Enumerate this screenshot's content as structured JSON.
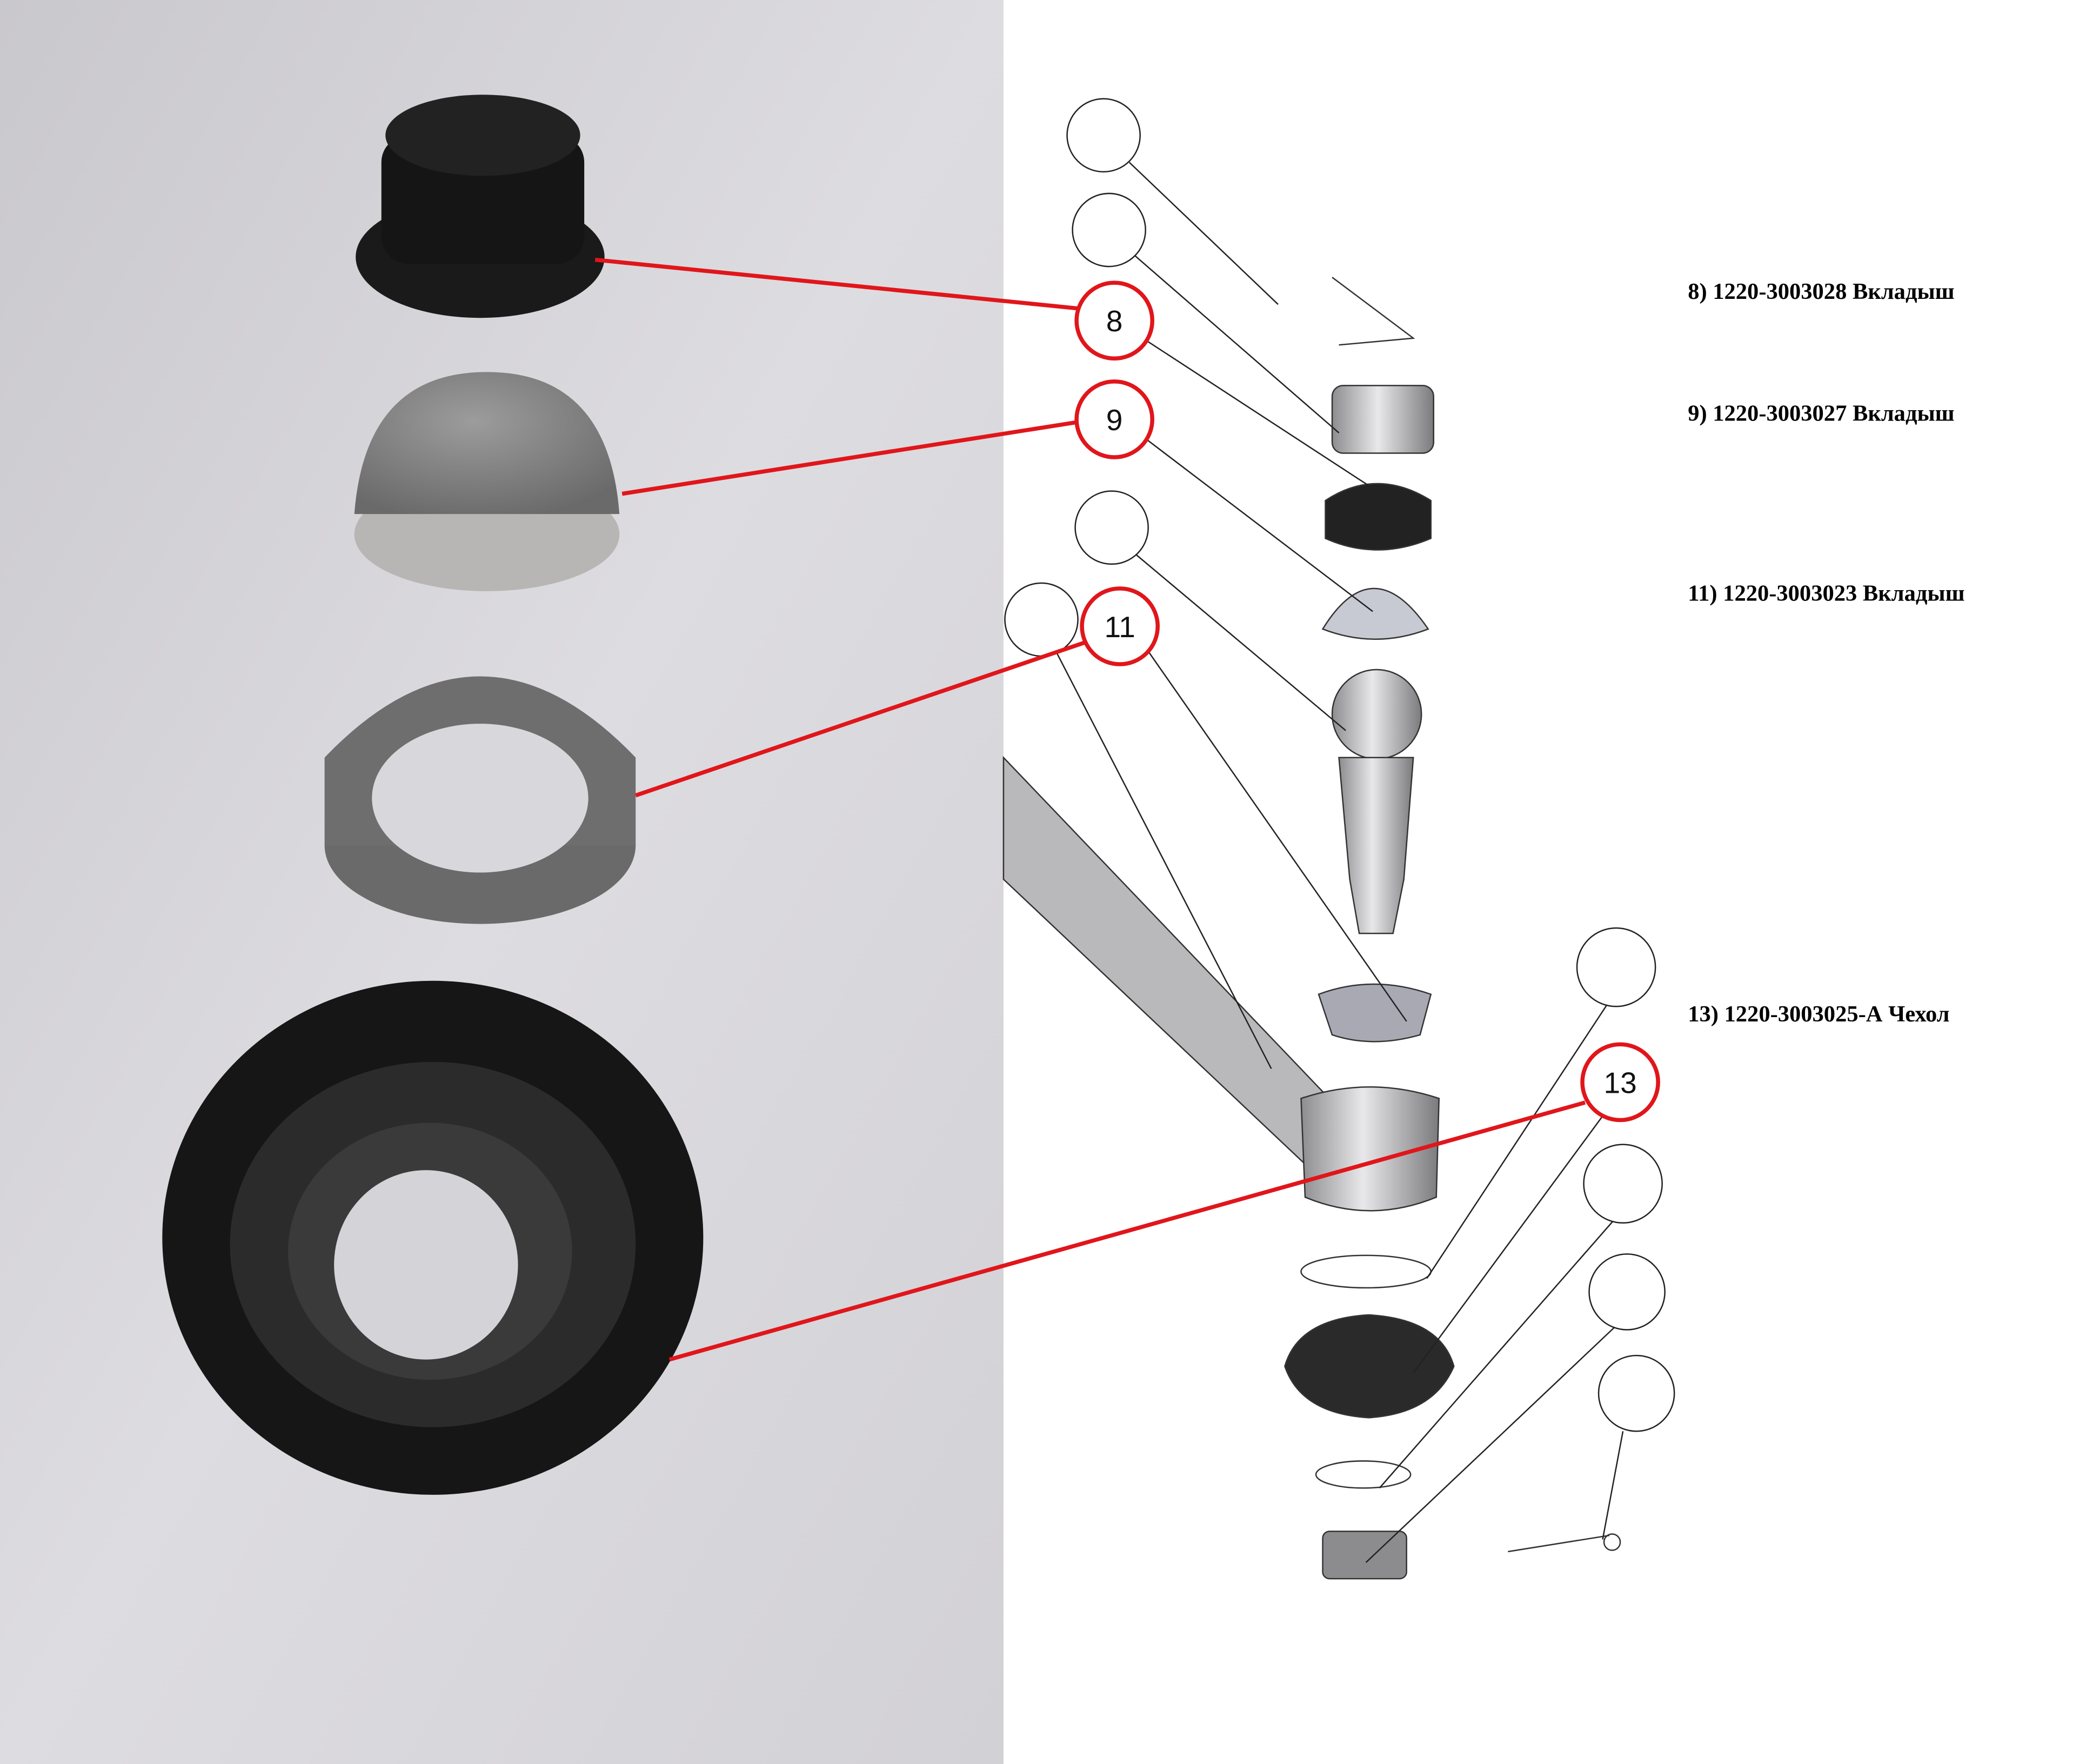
{
  "callouts": [
    {
      "number": "8"
    },
    {
      "number": "9"
    },
    {
      "number": "11"
    },
    {
      "number": "13"
    }
  ],
  "parts_list": [
    {
      "label": "8) 1220-3003028  Вкладыш"
    },
    {
      "label": "9) 1220-3003027  Вкладыш"
    },
    {
      "label": "11) 1220-3003023  Вкладыш"
    },
    {
      "label": "13) 1220-3003025-А Чехол"
    }
  ],
  "colors": {
    "callout": "#e0161b",
    "photo_bg": "#d9d8dc"
  }
}
